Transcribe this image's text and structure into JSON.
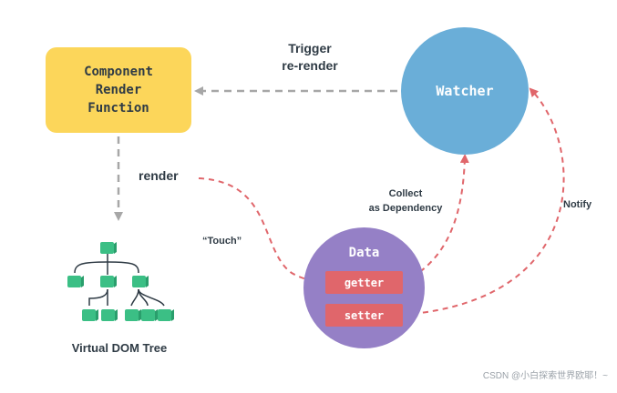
{
  "nodes": {
    "component_render_function": "Component\nRender\nFunction",
    "watcher": "Watcher",
    "data": "Data",
    "getter": "getter",
    "setter": "setter",
    "virtual_dom_tree": "Virtual DOM Tree"
  },
  "edges": {
    "trigger_rerender": "Trigger\nre-render",
    "render": "render",
    "touch": "“Touch”",
    "collect_as_dependency": "Collect\nas Dependency",
    "notify": "Notify"
  },
  "watermark": "CSDN @小白探索世界欧耶！~",
  "colors": {
    "render_box": "#fcd65a",
    "watcher": "#6aaed8",
    "data": "#9580c6",
    "pill": "#e0666b",
    "tree_node": "#3bbf85",
    "gray_arrow": "#a7a7a7",
    "red_arrow": "#e0666b"
  }
}
